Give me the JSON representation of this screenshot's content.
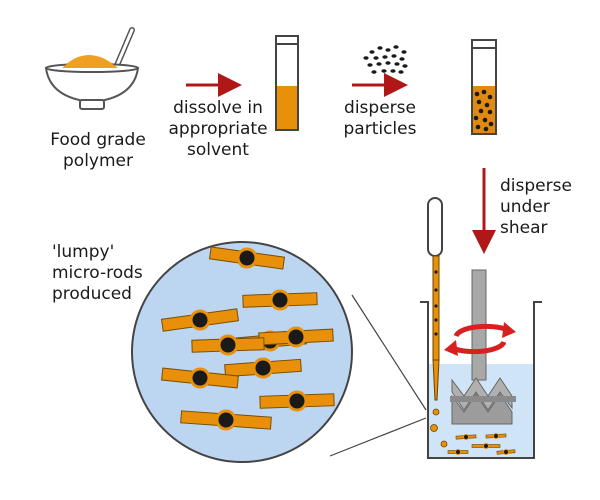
{
  "labels": {
    "polymer": [
      "Food grade",
      "polymer"
    ],
    "dissolve": [
      "dissolve in",
      "appropriate",
      "solvent"
    ],
    "disperse_particles": [
      "disperse",
      "particles"
    ],
    "disperse_shear": [
      "disperse",
      "under",
      "shear"
    ],
    "lumpy": [
      "'lumpy'",
      "micro-rods",
      "produced"
    ]
  },
  "colors": {
    "polymer": "#f0a020",
    "solution": "#e8900a",
    "particle": "#1a1a1a",
    "arrow": "#b01818",
    "liquid": "#cfe4f7",
    "circle_fill": "#bcd6f2",
    "rotation_arrow": "#d82020",
    "stirrer": "#a8a8a8"
  },
  "icons": [
    "bowl-icon",
    "test-tube-icon",
    "particles-icon",
    "beaker-icon",
    "stirrer-icon",
    "pipette-icon",
    "magnified-rods-icon",
    "rotation-arrow-icon"
  ]
}
